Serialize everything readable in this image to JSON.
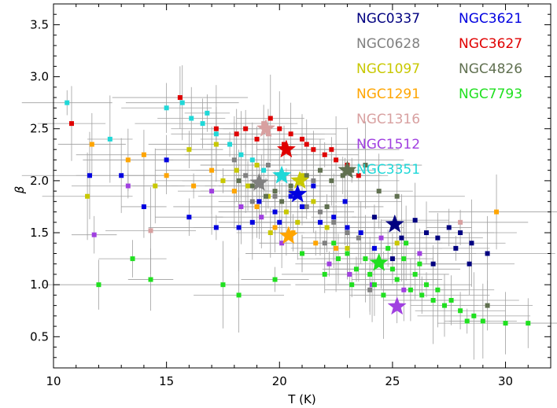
{
  "chart_data": {
    "type": "scatter",
    "xlabel": "T (K)",
    "ylabel": "β",
    "xlim": [
      10,
      32
    ],
    "ylim": [
      0.2,
      3.7
    ],
    "x_ticks": [
      10,
      15,
      20,
      25,
      30
    ],
    "y_ticks": [
      0.5,
      1.0,
      1.5,
      2.0,
      2.5,
      3.0,
      3.5
    ],
    "grid": false,
    "legend_position": "top-right",
    "series": [
      {
        "name": "NGC0337",
        "color": "#000080",
        "points": [
          [
            24.2,
            1.65
          ],
          [
            25.4,
            1.45
          ],
          [
            26.0,
            1.62
          ],
          [
            26.5,
            1.5
          ],
          [
            27.0,
            1.45
          ],
          [
            27.5,
            1.55
          ],
          [
            28.0,
            1.5
          ],
          [
            28.5,
            1.4
          ],
          [
            29.2,
            1.3
          ],
          [
            28.4,
            1.2
          ],
          [
            25.0,
            1.25
          ],
          [
            26.8,
            1.2
          ],
          [
            27.8,
            1.35
          ]
        ],
        "summary": [
          25.1,
          1.58
        ]
      },
      {
        "name": "NGC0628",
        "color": "#808080",
        "points": [
          [
            18.0,
            2.2
          ],
          [
            18.5,
            2.05
          ],
          [
            19.2,
            1.95
          ],
          [
            19.8,
            1.85
          ],
          [
            20.5,
            1.9
          ],
          [
            21.2,
            1.75
          ],
          [
            21.8,
            1.7
          ],
          [
            22.4,
            1.6
          ],
          [
            23.0,
            1.5
          ],
          [
            19.5,
            2.15
          ],
          [
            20.0,
            2.05
          ],
          [
            22.0,
            1.4
          ],
          [
            23.5,
            1.45
          ],
          [
            18.8,
            1.8
          ],
          [
            21.5,
            2.0
          ],
          [
            24.0,
            0.95
          ]
        ],
        "summary": [
          19.1,
          1.98
        ]
      },
      {
        "name": "NGC1097",
        "color": "#c8c800",
        "points": [
          [
            17.2,
            2.35
          ],
          [
            18.1,
            2.1
          ],
          [
            18.6,
            1.95
          ],
          [
            19.0,
            2.15
          ],
          [
            19.5,
            1.85
          ],
          [
            20.3,
            1.7
          ],
          [
            20.8,
            1.6
          ],
          [
            21.5,
            1.8
          ],
          [
            22.1,
            1.55
          ],
          [
            16.0,
            2.3
          ],
          [
            17.5,
            2.0
          ],
          [
            11.5,
            1.85
          ],
          [
            14.5,
            1.95
          ],
          [
            23.0,
            1.35
          ],
          [
            19.6,
            1.5
          ],
          [
            21.0,
            2.05
          ],
          [
            25.2,
            1.4
          ]
        ],
        "summary": [
          20.9,
          2.0
        ]
      },
      {
        "name": "NGC1291",
        "color": "#ffa500",
        "points": [
          [
            11.7,
            2.35
          ],
          [
            14.0,
            2.25
          ],
          [
            15.0,
            2.05
          ],
          [
            16.2,
            1.95
          ],
          [
            17.0,
            2.1
          ],
          [
            18.0,
            1.9
          ],
          [
            19.0,
            1.75
          ],
          [
            19.8,
            1.55
          ],
          [
            20.6,
            1.5
          ],
          [
            21.6,
            1.4
          ],
          [
            22.5,
            1.35
          ],
          [
            29.6,
            1.7
          ],
          [
            13.3,
            2.2
          ]
        ],
        "summary": [
          20.4,
          1.47
        ]
      },
      {
        "name": "NGC1316",
        "color": "#d8a0a0",
        "points": [
          [
            19.5,
            2.45
          ],
          [
            19.3,
            2.55
          ],
          [
            28.0,
            1.6
          ],
          [
            14.3,
            1.52
          ]
        ],
        "summary": [
          19.4,
          2.5
        ]
      },
      {
        "name": "NGC1512",
        "color": "#a040e0",
        "points": [
          [
            11.8,
            1.48
          ],
          [
            13.3,
            1.95
          ],
          [
            17.0,
            1.9
          ],
          [
            18.3,
            1.75
          ],
          [
            19.2,
            1.65
          ],
          [
            20.1,
            1.4
          ],
          [
            21.0,
            1.3
          ],
          [
            22.2,
            1.2
          ],
          [
            23.1,
            1.1
          ],
          [
            24.1,
            1.0
          ],
          [
            25.5,
            0.95
          ],
          [
            26.2,
            1.3
          ],
          [
            24.5,
            1.45
          ]
        ],
        "summary": [
          25.2,
          0.79
        ]
      },
      {
        "name": "NGC3351",
        "color": "#20d8d8",
        "points": [
          [
            10.6,
            2.75
          ],
          [
            12.5,
            2.4
          ],
          [
            15.7,
            2.75
          ],
          [
            16.1,
            2.6
          ],
          [
            16.6,
            2.55
          ],
          [
            17.2,
            2.45
          ],
          [
            17.8,
            2.35
          ],
          [
            18.3,
            2.25
          ],
          [
            18.8,
            2.2
          ],
          [
            19.3,
            2.1
          ],
          [
            15.0,
            2.7
          ],
          [
            16.8,
            2.65
          ]
        ],
        "summary": [
          20.1,
          2.05
        ]
      },
      {
        "name": "NGC3621",
        "color": "#0000e0",
        "points": [
          [
            11.6,
            2.05
          ],
          [
            13.0,
            2.05
          ],
          [
            14.0,
            1.75
          ],
          [
            15.0,
            2.2
          ],
          [
            16.0,
            1.65
          ],
          [
            17.2,
            1.55
          ],
          [
            18.2,
            1.55
          ],
          [
            19.1,
            1.8
          ],
          [
            19.8,
            1.7
          ],
          [
            20.5,
            1.85
          ],
          [
            21.0,
            1.75
          ],
          [
            21.8,
            1.6
          ],
          [
            22.4,
            1.65
          ],
          [
            23.0,
            1.55
          ],
          [
            23.6,
            1.5
          ],
          [
            24.2,
            1.35
          ],
          [
            20.0,
            1.6
          ],
          [
            21.5,
            1.95
          ],
          [
            22.9,
            1.8
          ],
          [
            18.8,
            1.6
          ]
        ],
        "summary": [
          20.8,
          1.87
        ]
      },
      {
        "name": "NGC3627",
        "color": "#e00000",
        "points": [
          [
            10.8,
            2.55
          ],
          [
            15.6,
            2.8
          ],
          [
            18.1,
            2.45
          ],
          [
            18.5,
            2.5
          ],
          [
            19.0,
            2.4
          ],
          [
            19.6,
            2.6
          ],
          [
            20.0,
            2.5
          ],
          [
            20.5,
            2.45
          ],
          [
            21.0,
            2.4
          ],
          [
            21.5,
            2.3
          ],
          [
            22.0,
            2.25
          ],
          [
            22.5,
            2.2
          ],
          [
            23.0,
            2.15
          ],
          [
            23.5,
            2.05
          ],
          [
            21.2,
            2.35
          ],
          [
            20.2,
            2.35
          ],
          [
            22.3,
            2.3
          ],
          [
            17.2,
            2.5
          ]
        ],
        "summary": [
          20.3,
          2.3
        ]
      },
      {
        "name": "NGC4826",
        "color": "#607050",
        "points": [
          [
            18.2,
            2.0
          ],
          [
            18.8,
            1.95
          ],
          [
            19.4,
            1.85
          ],
          [
            19.8,
            1.9
          ],
          [
            20.5,
            1.95
          ],
          [
            21.2,
            2.05
          ],
          [
            21.8,
            2.1
          ],
          [
            22.3,
            2.0
          ],
          [
            22.8,
            2.05
          ],
          [
            23.2,
            2.1
          ],
          [
            23.8,
            2.15
          ],
          [
            24.4,
            1.9
          ],
          [
            25.2,
            1.85
          ],
          [
            29.2,
            0.8
          ],
          [
            20.1,
            1.8
          ],
          [
            22.1,
            1.75
          ]
        ],
        "summary": [
          23.0,
          2.1
        ]
      },
      {
        "name": "NGC7793",
        "color": "#20e020",
        "points": [
          [
            22.6,
            1.25
          ],
          [
            23.0,
            1.3
          ],
          [
            23.4,
            1.15
          ],
          [
            23.8,
            1.25
          ],
          [
            24.0,
            1.1
          ],
          [
            24.2,
            1.0
          ],
          [
            24.5,
            1.2
          ],
          [
            24.8,
            1.35
          ],
          [
            25.0,
            1.15
          ],
          [
            25.2,
            1.05
          ],
          [
            25.5,
            1.25
          ],
          [
            25.8,
            0.95
          ],
          [
            26.0,
            1.1
          ],
          [
            26.3,
            0.9
          ],
          [
            26.5,
            1.0
          ],
          [
            26.8,
            0.85
          ],
          [
            27.0,
            0.95
          ],
          [
            27.3,
            0.8
          ],
          [
            27.6,
            0.85
          ],
          [
            28.0,
            0.75
          ],
          [
            28.3,
            0.65
          ],
          [
            28.6,
            0.7
          ],
          [
            29.0,
            0.65
          ],
          [
            30.0,
            0.63
          ],
          [
            31.0,
            0.63
          ],
          [
            22.0,
            1.1
          ],
          [
            23.2,
            1.0
          ],
          [
            24.6,
            0.9
          ],
          [
            25.6,
            1.4
          ],
          [
            26.2,
            1.2
          ],
          [
            22.4,
            1.4
          ],
          [
            21.0,
            1.3
          ],
          [
            19.8,
            1.05
          ],
          [
            17.5,
            1.0
          ],
          [
            18.2,
            0.9
          ],
          [
            14.3,
            1.05
          ],
          [
            12.0,
            1.0
          ],
          [
            13.5,
            1.25
          ]
        ],
        "summary": [
          24.4,
          1.21
        ]
      }
    ]
  }
}
